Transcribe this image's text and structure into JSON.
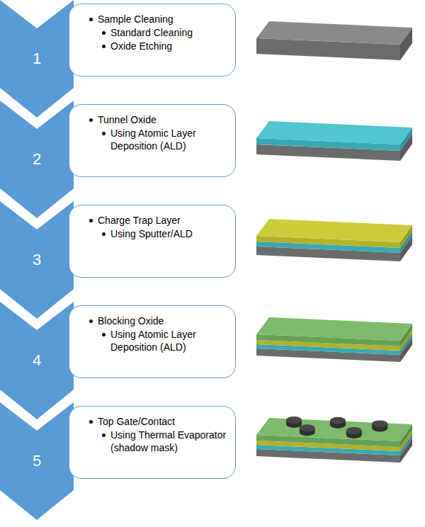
{
  "diagram": {
    "nodes": [
      {
        "text": [
          "1"
        ]
      },
      {
        "text": [
          "Sample Cleaning",
          "Standard Cleaning",
          "Oxide Etching"
        ]
      },
      {
        "text": [
          "2"
        ]
      },
      {
        "text": [
          "Tunnel Oxide",
          "Using Atomic Layer Deposition (ALD)"
        ]
      },
      {
        "text": [
          "3"
        ]
      },
      {
        "text": [
          "Charge Trap Layer",
          "Using Sputter/ALD"
        ]
      },
      {
        "text": [
          "4"
        ]
      },
      {
        "text": [
          "Blocking Oxide",
          "Using Atomic Layer Deposition (ALD)"
        ]
      },
      {
        "text": [
          "5"
        ]
      },
      {
        "text": [
          "Top Gate/Contact",
          "Using Thermal Evaporator (shadow mask)"
        ]
      }
    ]
  }
}
